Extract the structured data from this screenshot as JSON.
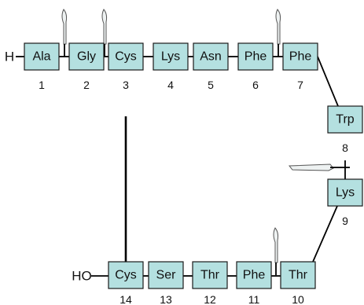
{
  "n_terminus": "H",
  "c_terminus": "HO",
  "residues": [
    {
      "abbr": "Ala",
      "number": "1"
    },
    {
      "abbr": "Gly",
      "number": "2"
    },
    {
      "abbr": "Cys",
      "number": "3"
    },
    {
      "abbr": "Lys",
      "number": "4"
    },
    {
      "abbr": "Asn",
      "number": "5"
    },
    {
      "abbr": "Phe",
      "number": "6"
    },
    {
      "abbr": "Phe",
      "number": "7"
    },
    {
      "abbr": "Trp",
      "number": "8"
    },
    {
      "abbr": "Lys",
      "number": "9"
    },
    {
      "abbr": "Thr",
      "number": "10"
    },
    {
      "abbr": "Phe",
      "number": "11"
    },
    {
      "abbr": "Thr",
      "number": "12"
    },
    {
      "abbr": "Ser",
      "number": "13"
    },
    {
      "abbr": "Cys",
      "number": "14"
    }
  ],
  "colors": {
    "box_fill": "#b4e0e0",
    "box_stroke": "#1a1a1a",
    "line": "#000000"
  }
}
